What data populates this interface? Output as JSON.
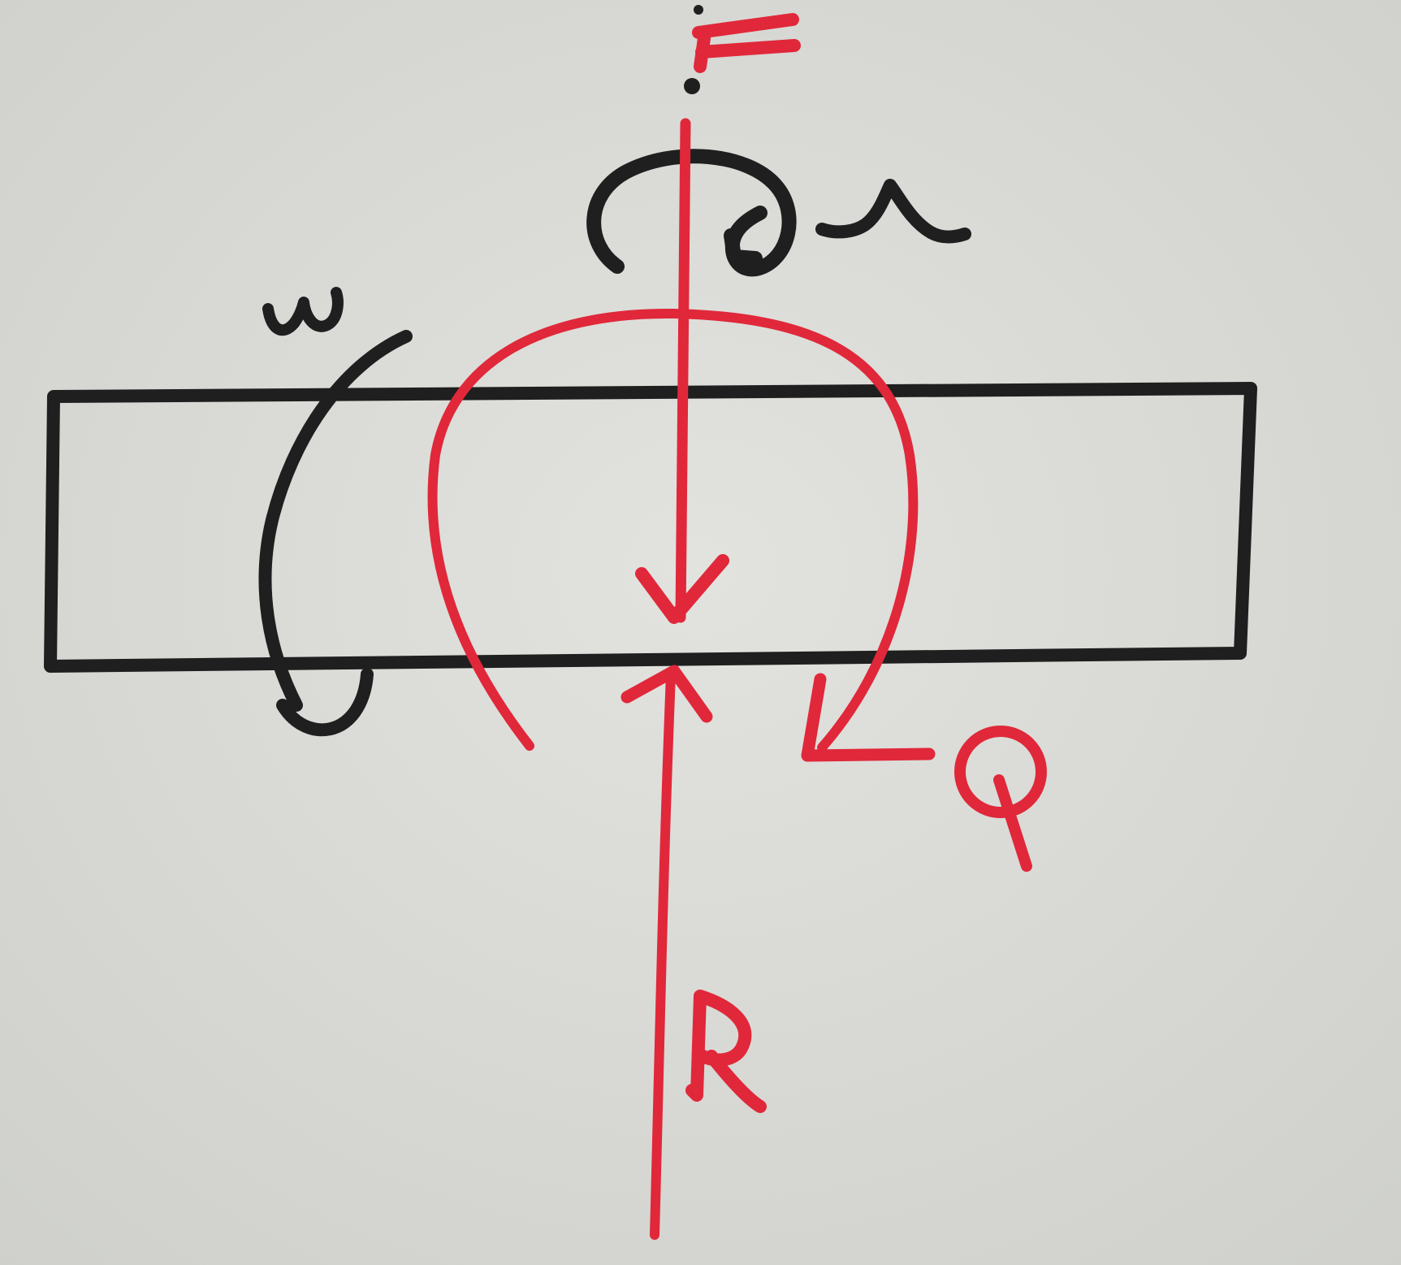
{
  "labels": {
    "force_top": "F",
    "spin_top": "Ω",
    "spin_left": "ω",
    "rotation_right": "φ",
    "force_bottom": "R"
  },
  "colors": {
    "paper": "#dcdcd8",
    "paper_shade": "#cfd0cc",
    "black_ink": "#1f1f1f",
    "red_ink": "#e0283a"
  }
}
